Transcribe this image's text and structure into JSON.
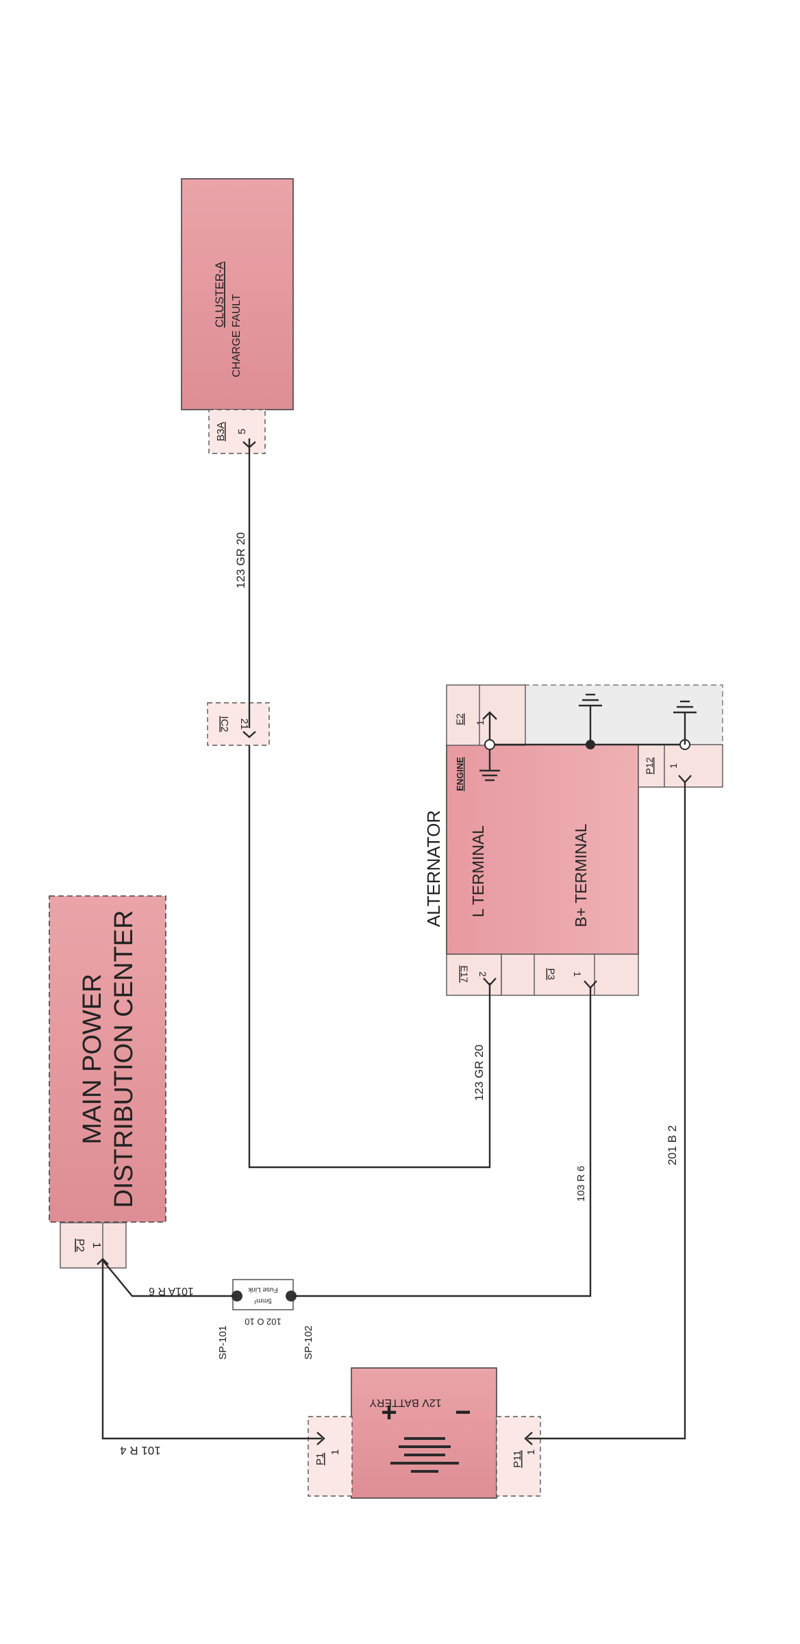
{
  "components": {
    "mpdc": {
      "line1": "MAIN POWER",
      "line2": "DISTRIBUTION CENTER",
      "connector": "P2",
      "pin": "1"
    },
    "cluster": {
      "name": "CLUSTER-A",
      "function": "CHARGE FAULT",
      "connector": "B3A",
      "pin": "5"
    },
    "inline": {
      "connector": "IC2",
      "pin": "21"
    },
    "alternator": {
      "title": "ALTERNATOR",
      "l_terminal": "L TERMINAL",
      "bplus_terminal": "B+ TERMINAL",
      "engine_label": "ENGINE",
      "e2_connector": "E2",
      "e2_pin": "1",
      "e17_connector": "E17",
      "e17_pin": "2",
      "p3_connector": "P3",
      "p3_pin": "1",
      "p12_connector": "P12",
      "p12_pin": "1"
    },
    "battery": {
      "label": "12V BATTERY",
      "plus": "+",
      "minus": "−",
      "p1_connector": "P1",
      "p1_pin": "1",
      "p11_connector": "P11",
      "p11_pin": "1"
    },
    "fuse": {
      "size": "5mm²",
      "name": "Fuse Link",
      "wire": "102 O 10"
    },
    "splices": {
      "sp101": "SP-101",
      "sp102": "SP-102"
    }
  },
  "wires": {
    "w123a": "123  GR  20",
    "w123b": "123  GR  20",
    "w103": "103 R 6",
    "w201": "201  B  2",
    "w101a": "101A  R  6",
    "w101": "101  R  4"
  }
}
